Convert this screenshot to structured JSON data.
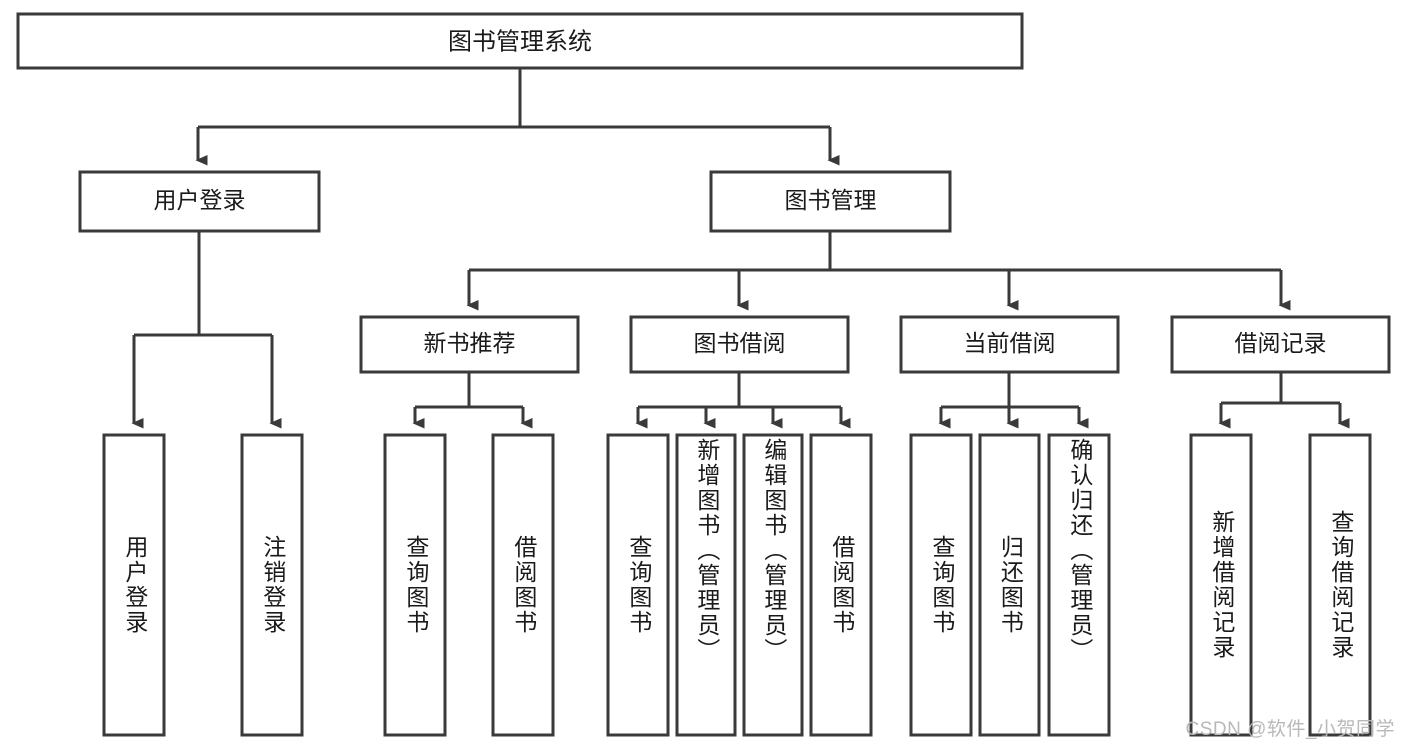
{
  "diagram": {
    "type": "hierarchy-tree",
    "title": "图书管理系统",
    "orientation": "top-down",
    "colors": {
      "box_stroke": "#3a3a3a",
      "box_fill": "#ffffff",
      "connector": "#3a3a3a",
      "text": "#1a1a1a",
      "background": "#ffffff",
      "watermark": "#b9b9b9"
    },
    "root": {
      "label": "图书管理系统"
    },
    "level1": [
      {
        "label": "用户登录"
      },
      {
        "label": "图书管理"
      }
    ],
    "level2": [
      {
        "label": "新书推荐"
      },
      {
        "label": "图书借阅"
      },
      {
        "label": "当前借阅"
      },
      {
        "label": "借阅记录"
      }
    ],
    "leaves": {
      "user_login": [
        {
          "label": "用户登录"
        },
        {
          "label": "注销登录"
        }
      ],
      "new_book_recommend": [
        {
          "label": "查询图书"
        },
        {
          "label": "借阅图书"
        }
      ],
      "book_borrow": [
        {
          "label": "查询图书"
        },
        {
          "label": "新增图书（管理员）"
        },
        {
          "label": "编辑图书（管理员）"
        },
        {
          "label": "借阅图书"
        }
      ],
      "current_borrow": [
        {
          "label": "查询图书"
        },
        {
          "label": "归还图书"
        },
        {
          "label": "确认归还（管理员）"
        }
      ],
      "borrow_record": [
        {
          "label": "新增借阅记录"
        },
        {
          "label": "查询借阅记录"
        }
      ]
    }
  },
  "watermark": {
    "text": "CSDN @软件_小贺同学"
  }
}
